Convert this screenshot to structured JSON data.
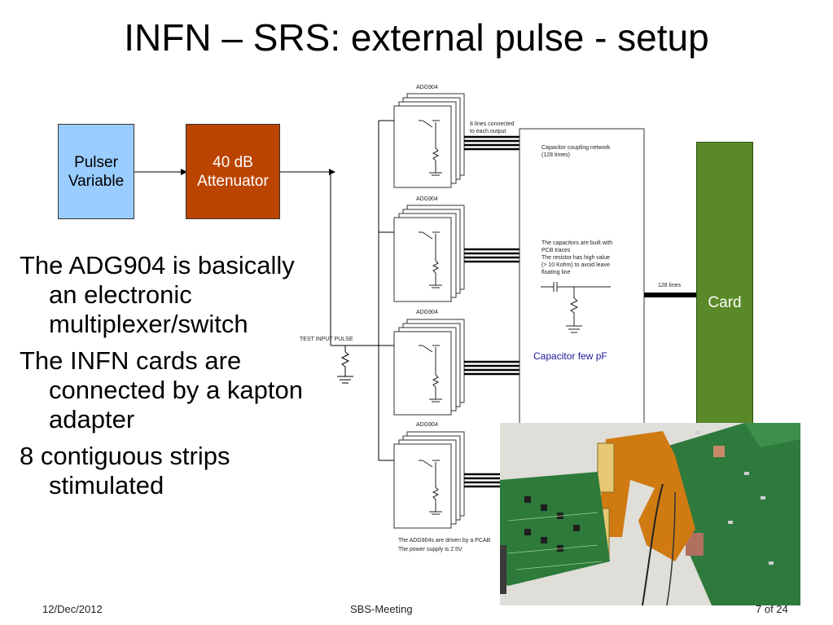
{
  "title": "INFN – SRS: external pulse - setup",
  "diagram": {
    "pulser": {
      "line1": "Pulser",
      "line2": "Variable"
    },
    "attenuator": {
      "line1": "40 dB",
      "line2": "Attenuator"
    },
    "card": "Card",
    "adg_label": "ADG904",
    "lines_note_1": "8 lines connected",
    "lines_note_2": "to each output",
    "cap_network_1": "Capacitor coupling network",
    "cap_network_2": "(128 times)",
    "cap_desc": [
      "The capacitors are built with",
      "PCB traces",
      "The resistor has high value",
      "(> 10 Kohm) to avoid leave",
      "floating line"
    ],
    "lines_128": "128 lines",
    "test_input": "TEST INPUT PULSE",
    "capacitor_few": "Capacitor few pF",
    "drive_note_1": "The ADG904s are driven by a PCAB",
    "drive_note_2": "The power supply is 2.5V"
  },
  "bullets": [
    "The ADG904 is basically an electronic multiplexer/switch",
    "The INFN cards are connected by a kapton adapter",
    "8 contiguous strips stimulated"
  ],
  "footer": {
    "date": "12/Dec/2012",
    "center": "SBS-Meeting",
    "page": "7 of 24"
  },
  "colors": {
    "pulser": "#99ccff",
    "attenuator": "#bb4400",
    "card": "#5a8a28",
    "kapton": "#d07a12",
    "pcb": "#2d7a3a"
  }
}
